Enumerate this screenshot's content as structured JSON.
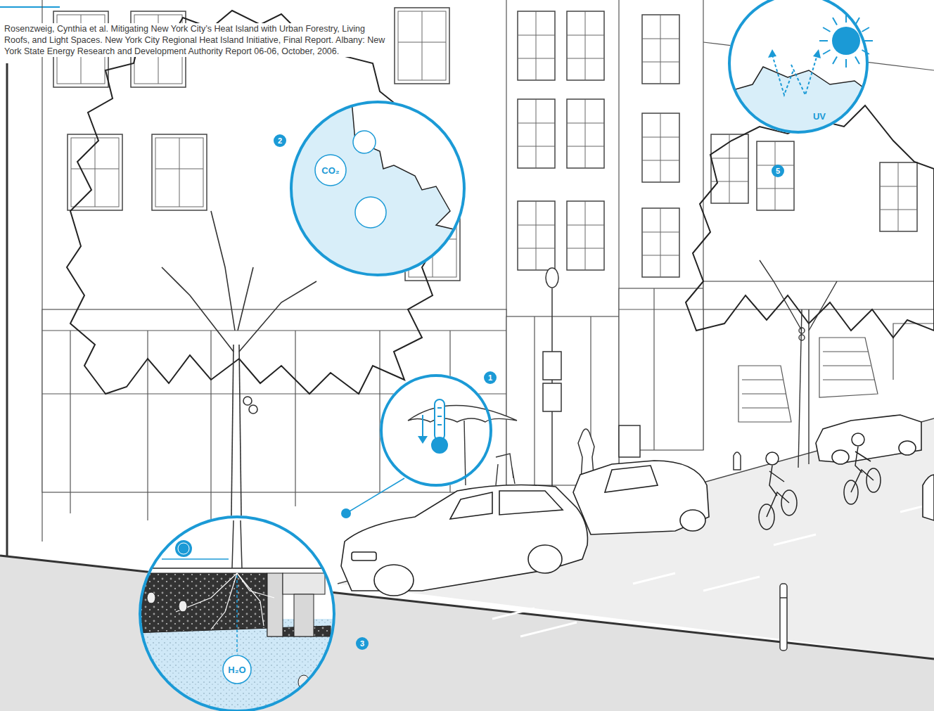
{
  "diagram": {
    "nodes": [
      {
        "text": [
          "UV",
          "5"
        ]
      },
      {
        "text": [
          "2",
          "CO₂"
        ]
      },
      {
        "text": [
          "1"
        ]
      },
      {
        "text": [
          "H₂O",
          "3"
        ]
      }
    ],
    "labels": [
      "Rosenzweig, Cynthia et al. Mitigating New York City’s Heat Island with Urban Forestry, Living Roofs, and Light Spaces. New York City Regional Heat Island Initiative, Final Report. Albany: New York State Energy Research and Development Authority Report 06-06, October, 2006."
    ]
  }
}
